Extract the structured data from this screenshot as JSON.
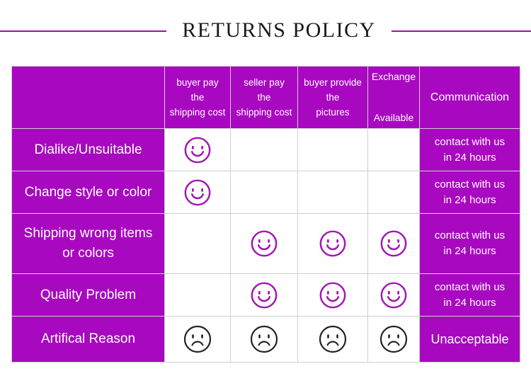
{
  "page": {
    "title": "RETURNS POLICY",
    "accent_purple": "#A808C0",
    "rule_purple": "#9E129E",
    "smile_color": "#A019B0",
    "frown_color": "#222222",
    "text_white": "#FFFFFF",
    "grid_gray": "#CFCFCF",
    "background": "#FFFFFF"
  },
  "table": {
    "corner_cell": "",
    "columns": [
      {
        "key": "reason",
        "label": ""
      },
      {
        "key": "buyer_pay_shipping",
        "label": "buyer pay\nthe\nshipping cost"
      },
      {
        "key": "seller_pay_shipping",
        "label": "seller pay\nthe\nshipping cost"
      },
      {
        "key": "buyer_provide_pictures",
        "label": "buyer provide\nthe\npictures"
      },
      {
        "key": "exchange_available",
        "label": "Exchange\n\nAvailable"
      },
      {
        "key": "communication",
        "label": "Communication"
      }
    ],
    "rows": [
      {
        "reason": "Dialike/Unsuitable",
        "buyer_pay_shipping": "smile",
        "seller_pay_shipping": "",
        "buyer_provide_pictures": "",
        "exchange_available": "",
        "communication": "contact with us\nin 24 hours"
      },
      {
        "reason": "Change style or color",
        "buyer_pay_shipping": "smile",
        "seller_pay_shipping": "",
        "buyer_provide_pictures": "",
        "exchange_available": "",
        "communication": "contact with us\nin 24 hours"
      },
      {
        "reason": "Shipping wrong items\nor colors",
        "buyer_pay_shipping": "",
        "seller_pay_shipping": "smile",
        "buyer_provide_pictures": "smile",
        "exchange_available": "smile",
        "communication": "contact with us\nin 24 hours"
      },
      {
        "reason": "Quality Problem",
        "buyer_pay_shipping": "",
        "seller_pay_shipping": "smile",
        "buyer_provide_pictures": "smile",
        "exchange_available": "smile",
        "communication": "contact with us\nin 24 hours"
      },
      {
        "reason": "Artifical Reason",
        "buyer_pay_shipping": "frown",
        "seller_pay_shipping": "frown",
        "buyer_provide_pictures": "frown",
        "exchange_available": "frown",
        "communication": "Unacceptable"
      }
    ]
  }
}
